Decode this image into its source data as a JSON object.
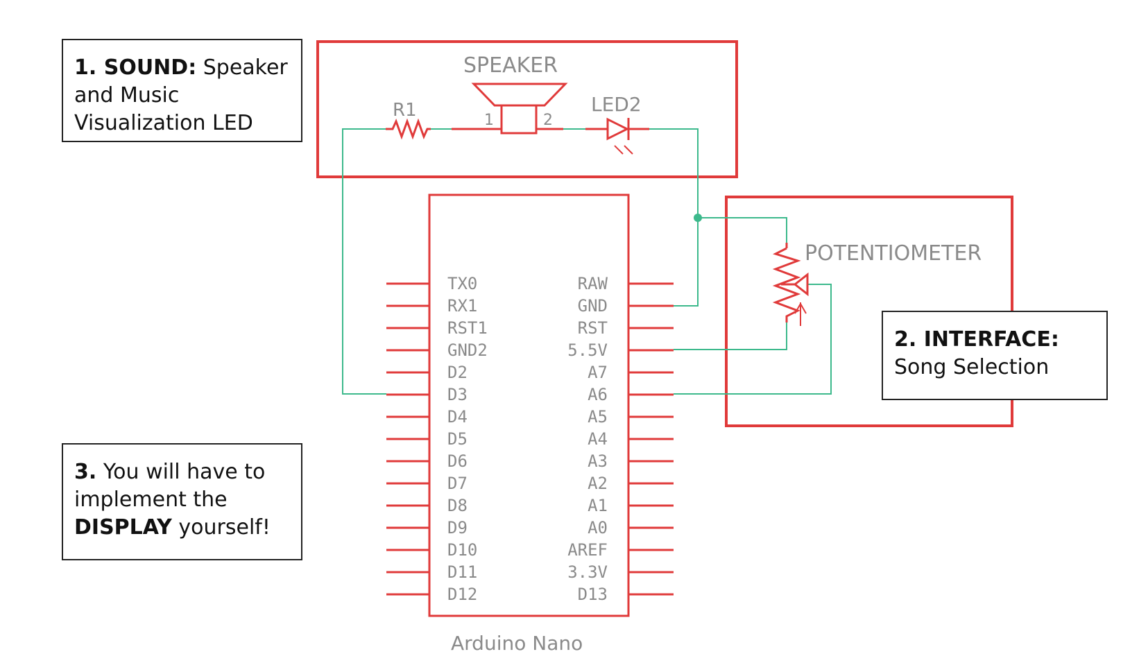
{
  "notes": {
    "sound": {
      "bold": "1. SOUND:",
      "text": " Speaker and Music Visualization LED"
    },
    "interface": {
      "bold": "2. INTERFACE:",
      "text": "Song Selection"
    },
    "display": {
      "bold1": "3.",
      "text1": " You will have to implement the ",
      "bold2": "DISPLAY",
      "text2": " yourself!"
    }
  },
  "components": {
    "speaker": "SPEAKER",
    "r1": "R1",
    "led": "LED2",
    "speaker_pin1": "1",
    "speaker_pin2": "2",
    "potentiometer": "POTENTIOMETER",
    "board": "Arduino Nano"
  },
  "board_pins": {
    "left": [
      "TX0",
      "RX1",
      "RST1",
      "GND2",
      "D2",
      "D3",
      "D4",
      "D5",
      "D6",
      "D7",
      "D8",
      "D9",
      "D10",
      "D11",
      "D12"
    ],
    "right": [
      "RAW",
      "GND",
      "RST",
      "5.5V",
      "A7",
      "A6",
      "A5",
      "A4",
      "A3",
      "A2",
      "A1",
      "A0",
      "AREF",
      "3.3V",
      "D13"
    ]
  },
  "colors": {
    "outline": "#e03a3a",
    "wire": "#3cb98c",
    "label": "#8a8a8a"
  }
}
